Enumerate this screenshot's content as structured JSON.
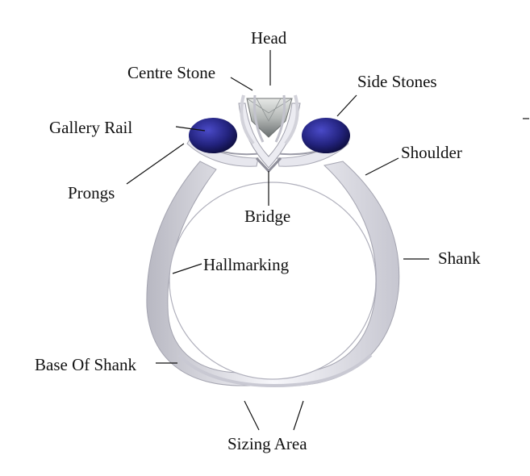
{
  "diagram": {
    "labels": {
      "head": "Head",
      "centre_stone": "Centre Stone",
      "side_stones": "Side Stones",
      "gallery_rail": "Gallery Rail",
      "shoulder": "Shoulder",
      "prongs": "Prongs",
      "bridge": "Bridge",
      "shank": "Shank",
      "hallmarking": "Hallmarking",
      "base_of_shank": "Base Of Shank",
      "sizing_area": "Sizing Area"
    },
    "colors": {
      "metal_light": "#f4f4f8",
      "metal_mid": "#d4d4dc",
      "metal_dark": "#9a9aa6",
      "sapphire": "#2a2a8c",
      "sapphire_dark": "#10104a",
      "diamond": "#c8cbc8",
      "leader": "#111111"
    }
  }
}
